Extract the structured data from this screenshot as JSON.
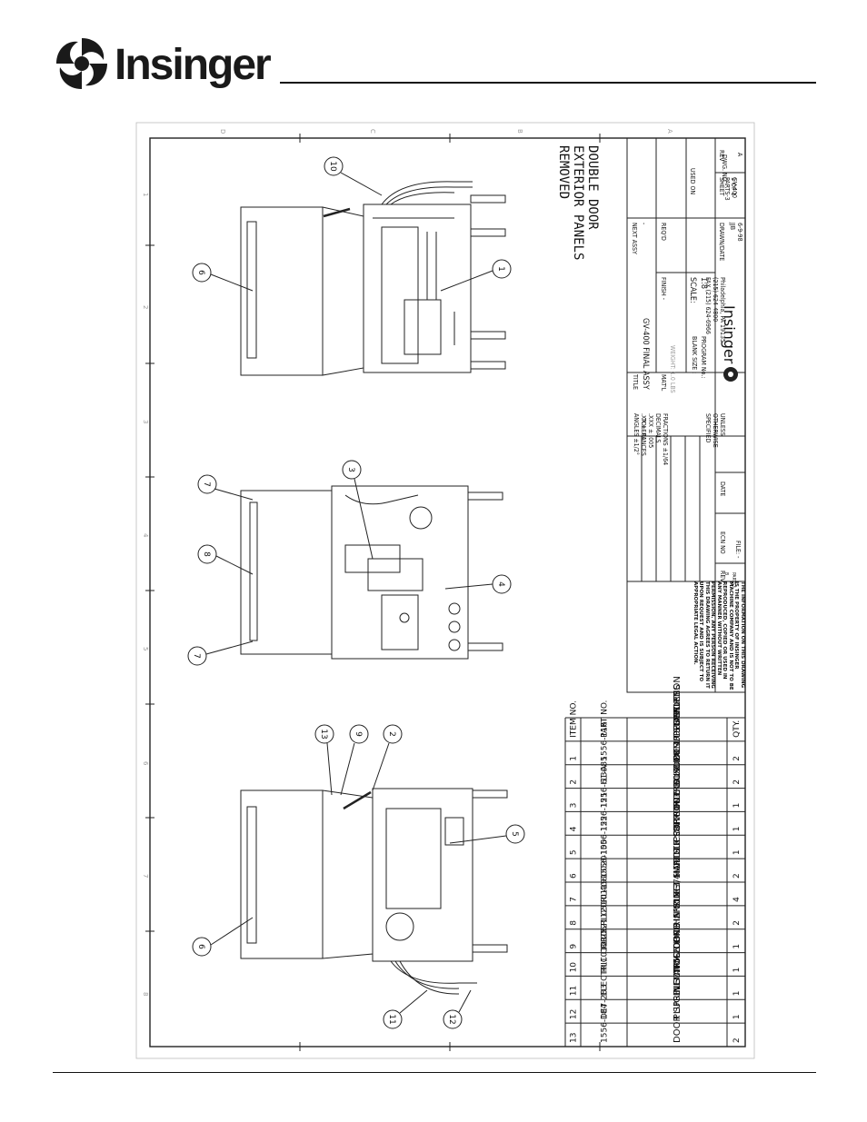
{
  "brand": {
    "name": "Insinger",
    "logo": "insinger-swirl-logo"
  },
  "drawing": {
    "title_note": "DOUBLE DOOR\nEXTERIOR PANELS\nREMOVED",
    "zone_numbers_top": [
      "1",
      "2",
      "3",
      "4",
      "5",
      "6",
      "7",
      "8"
    ],
    "zone_letters": [
      "D",
      "C",
      "B",
      "A"
    ],
    "callouts": [
      "10",
      "1",
      "6",
      "7",
      "8",
      "3",
      "4",
      "7",
      "13",
      "9",
      "2",
      "5",
      "6",
      "11",
      "12"
    ]
  },
  "title_block": {
    "dwg_no_label": "DWG. NO.",
    "dwg_no": "GV-400\nPARTS-3",
    "used_on_label": "USED ON",
    "drawn_date_label": "DRAWN/DATE",
    "drawn_by": "JJB",
    "drawn_date": "6-9-98",
    "rev_label": "REV",
    "rev": "A",
    "sheet_label": "SHEET",
    "sheet": "1  OF  1",
    "next_assy_label": "NEXT ASSY",
    "next_assy": "-",
    "reqd_label": "REQ'D",
    "scale_label": "SCALE:",
    "scale": "1:8",
    "address": "Philadelphia, PA 19135\n(215) 624-4800\nFAX (215) 624-6966",
    "company": "Insinger",
    "title_label": "TITLE",
    "title": "GV-400 FINAL ASSY",
    "matl_label": "MAT'L",
    "finish_label": "FINISH -",
    "weight": "WEIGHT: 1.0 LBS",
    "blank_size": "BLANK SIZE :",
    "program_no": "PROGRAM No.:",
    "tolerances_label": "TOLERANCES",
    "tolerances": "FRACTIONS ±1/64\nDECIMALS\n.XXX ± .005\n.XX ± .01\nANGLES ±1/2°",
    "unless": "UNLESS\nOTHERWISE\nSPECIFIED",
    "rev_col": "REV",
    "ecn_col": "ECN NO",
    "date_col": "DATE",
    "file": "FILE: -",
    "dwg_ref": "PARTS3\nB",
    "disclaimer": "THE INFORMATION ON THIS DRAWING IS THE PROPERTY OF INSINGER MACHINE COMPANY AND IS NOT TO BE REPRODUCED, COPIED OR USED IN ANY MANNER WITHOUT WRITTEN PERMISSION. ANY PERSON RECEIVING THIS DRAWING AGREES TO RETURN IT UPON REQUEST AND IS SUBJECT TO APPROPRIATE LEGAL ACTION."
  },
  "bom": {
    "headers": [
      "ITEM NO.",
      "PART NO.",
      "DESCRIPTION",
      "QTY."
    ],
    "rows": [
      [
        "13",
        "1556-184",
        "DOOR SPRING ARM",
        "2"
      ],
      [
        "12",
        "DE7-283",
        "PLUG NEMA 5-20P",
        "1"
      ],
      [
        "11",
        "ELECTRIC CORD",
        "ELECTRIC CORD",
        "1"
      ],
      [
        "10",
        "RL1012105",
        "HOSE LINE IN 5' X 3/4MPT",
        "1"
      ],
      [
        "9",
        "RL2521120",
        "DOOR SPRING",
        "1"
      ],
      [
        "8",
        "RL0510119",
        "HANDLE",
        "2"
      ],
      [
        "7",
        "RL4080020",
        "LEFT HANDLE SUPPORT",
        "4"
      ],
      [
        "6",
        "1556-100",
        "SIDE SUPPORT TOP",
        "2"
      ],
      [
        "5",
        "1556-122",
        "LT CONTROL BOX SLIDE",
        "1"
      ],
      [
        "4",
        "1556-121",
        "RT CONTROL BOX SUPPORT",
        "1"
      ],
      [
        "3",
        "1556-61-A",
        "FILL BOX",
        "1"
      ],
      [
        "2",
        "I13085",
        "S HOOK 1\" STAINLESS",
        "2"
      ],
      [
        "1",
        "1556-116",
        "PUMP SUPPORT",
        "2"
      ]
    ]
  }
}
